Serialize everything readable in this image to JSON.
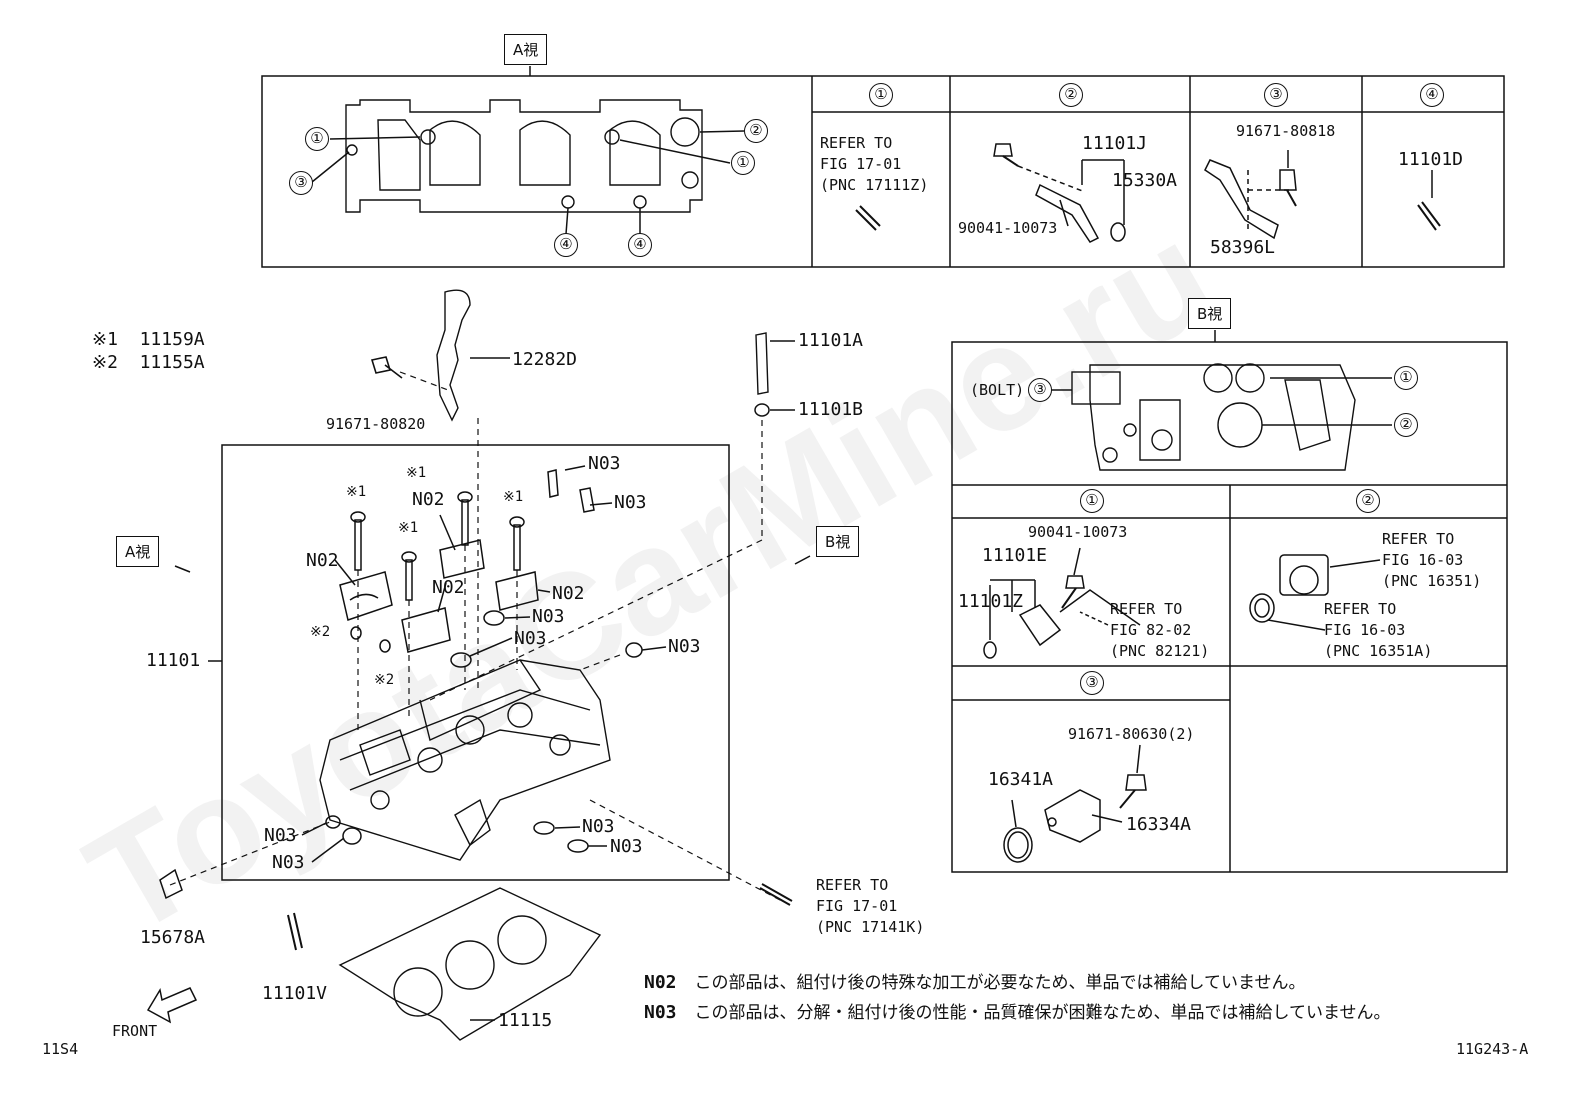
{
  "watermark": "ToyotaCarMine.ru",
  "view_a": {
    "tag": "A視",
    "columns": [
      "①",
      "②",
      "③",
      "④"
    ],
    "col1": {
      "lines": [
        "REFER TO",
        "FIG 17-01",
        "(PNC 17111Z)"
      ]
    },
    "col2": {
      "p1": "11101J",
      "p2": "15330A",
      "p3": "90041-10073"
    },
    "col3": {
      "p1": "91671-80818",
      "p2": "58396L"
    },
    "col4": {
      "p1": "11101D"
    },
    "callouts": [
      "①",
      "②",
      "①",
      "③",
      "④",
      "④"
    ]
  },
  "view_b": {
    "tag": "B視",
    "bolt_label": "(BOLT)",
    "callouts": [
      "③",
      "①",
      "②"
    ],
    "sections": [
      "①",
      "②",
      "③"
    ],
    "sec1": {
      "p1": "90041-10073",
      "p2": "11101E",
      "p3": "11101Z",
      "refer": [
        "REFER TO",
        "FIG 82-02",
        "(PNC 82121)"
      ]
    },
    "sec2": {
      "refer1": [
        "REFER TO",
        "FIG 16-03",
        "(PNC 16351)"
      ],
      "refer2": [
        "REFER TO",
        "FIG 16-03",
        "(PNC 16351A)"
      ]
    },
    "sec3": {
      "p1": "91671-80630(2)",
      "p2": "16341A",
      "p3": "16334A"
    }
  },
  "legend": {
    "m1": "※1  11159A",
    "m2": "※2  11155A"
  },
  "main": {
    "p_12282D": "12282D",
    "p_91671_80820": "91671-80820",
    "p_11101A": "11101A",
    "p_11101B": "11101B",
    "p_11101": "11101",
    "p_15678A": "15678A",
    "p_11101V": "11101V",
    "p_11115": "11115",
    "front": "FRONT",
    "tag_a": "A視",
    "tag_b": "B視",
    "n02": "N02",
    "n03": "N03",
    "m1": "※1",
    "m2": "※2",
    "m2_a": "※2",
    "refer": [
      "REFER TO",
      "FIG 17-01",
      "(PNC 17141K)"
    ]
  },
  "notes": [
    {
      "code": "N02",
      "text": "この部品は、組付け後の特殊な加工が必要なため、単品では補給していません。"
    },
    {
      "code": "N03",
      "text": "この部品は、分解・組付け後の性能・品質確保が困難なため、単品では補給していません。"
    }
  ],
  "footer": {
    "left": "11S4",
    "right": "11G243-A"
  }
}
